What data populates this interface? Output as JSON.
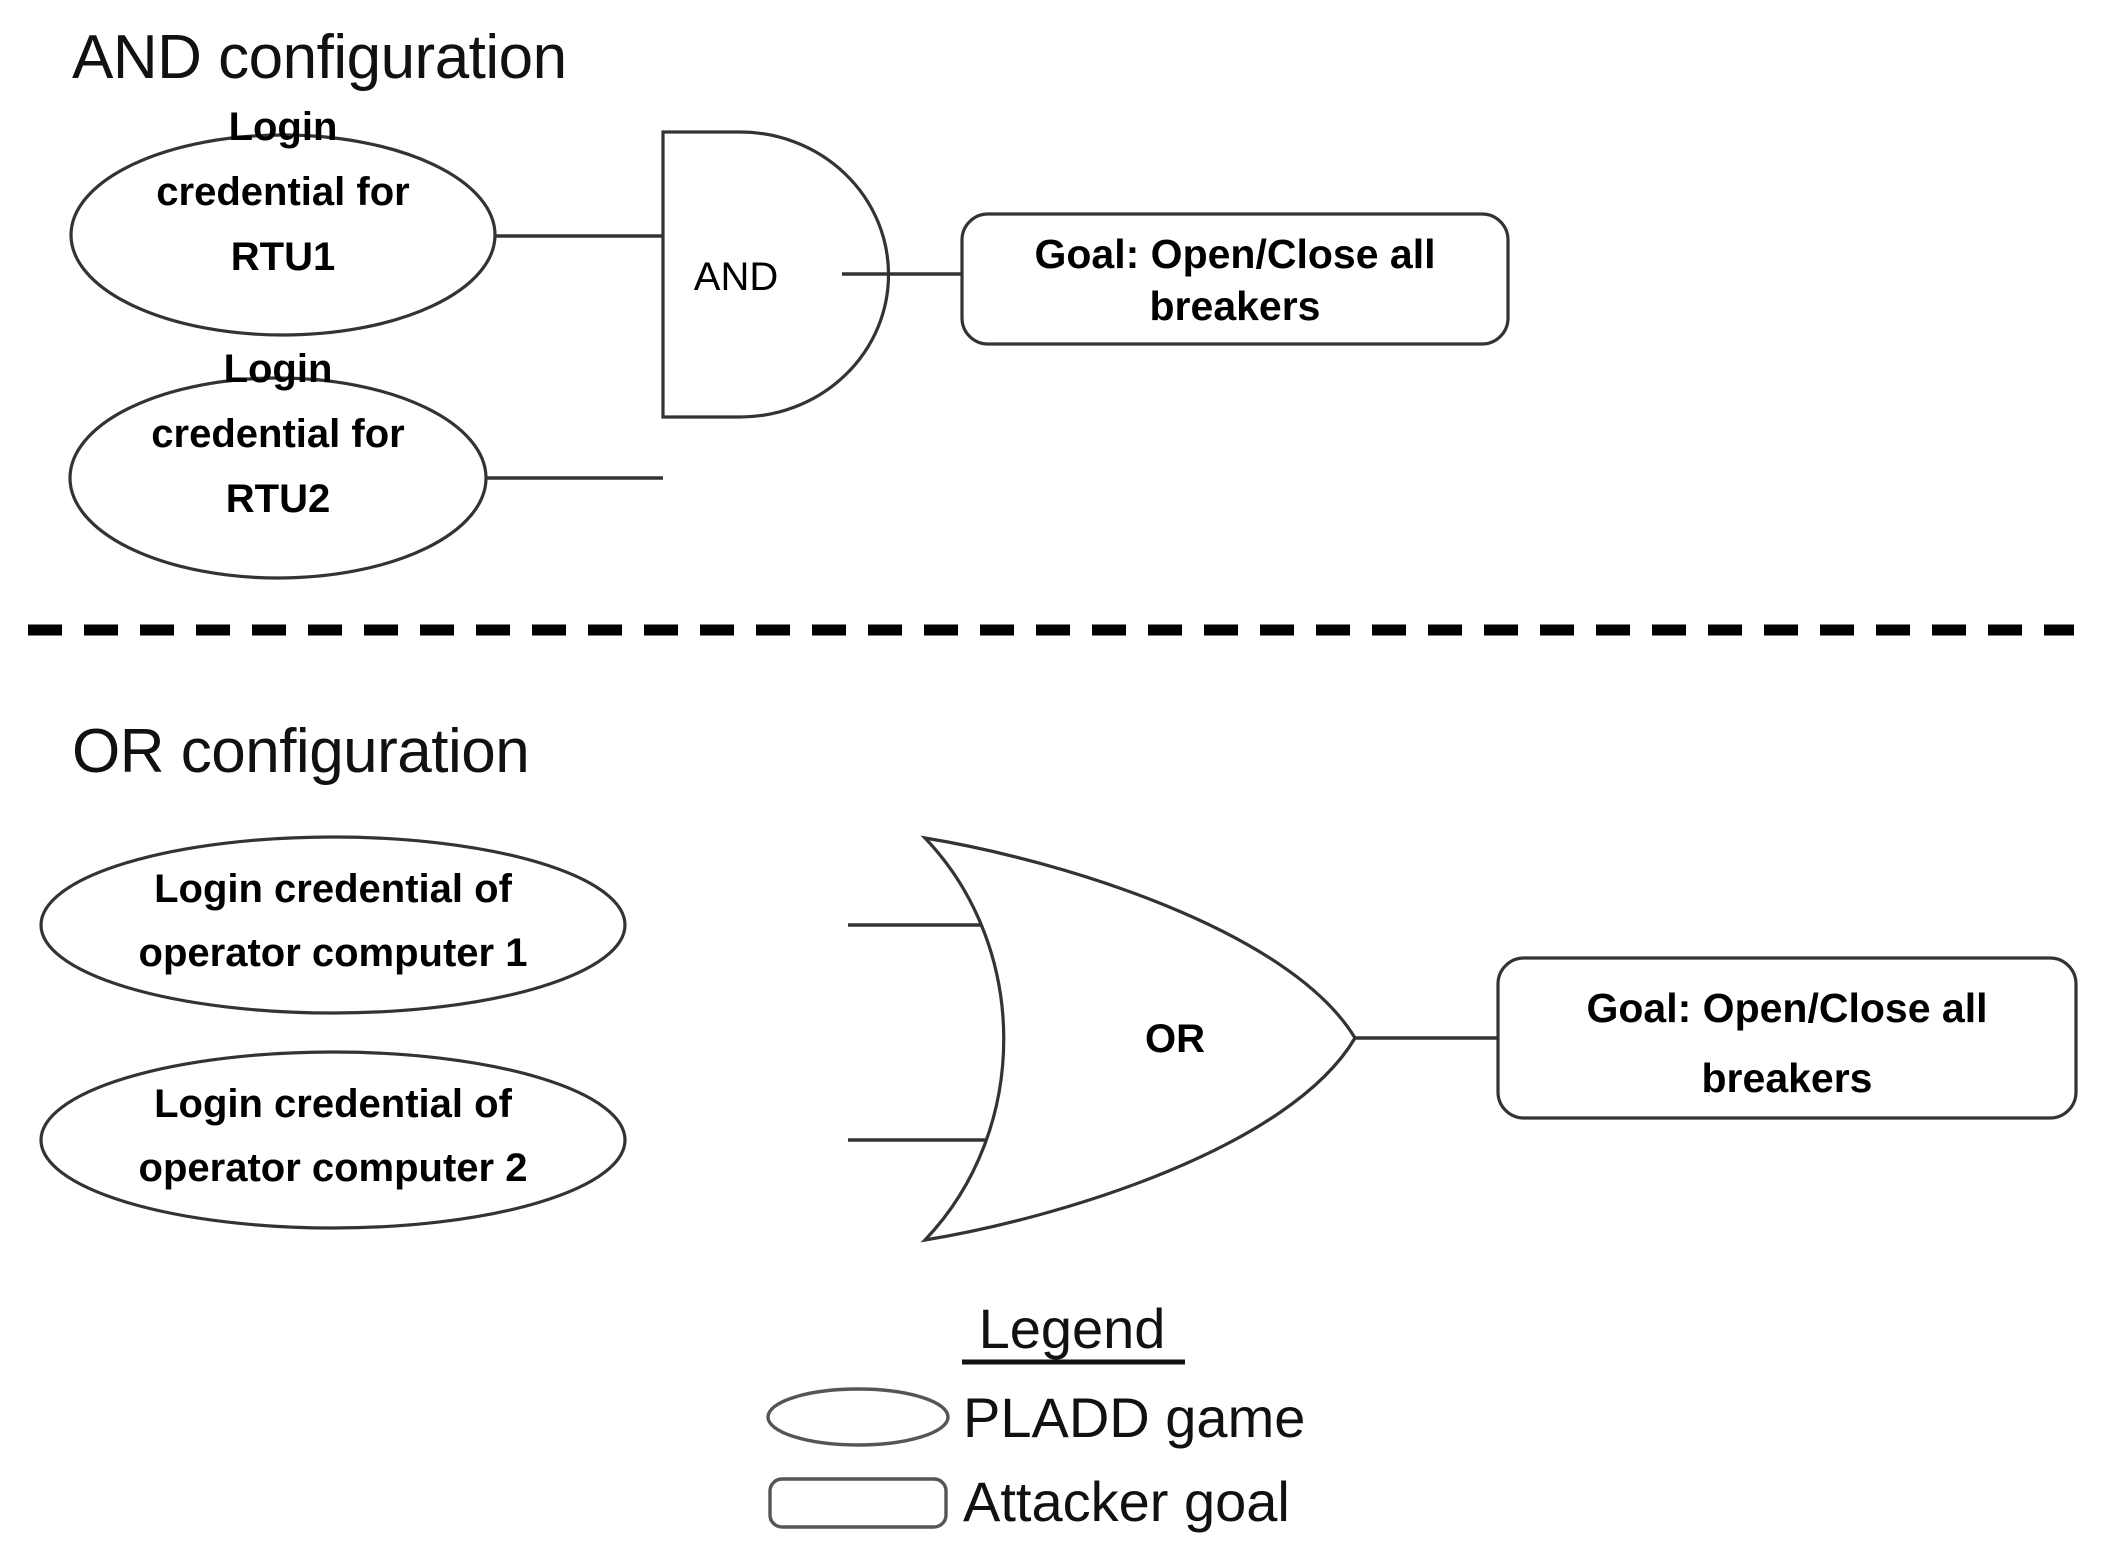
{
  "sections": {
    "and": {
      "title": "AND configuration",
      "gate_label": "AND",
      "nodes": [
        {
          "line1": "Login",
          "line2": "credential for",
          "line3": "RTU1"
        },
        {
          "line1": "Login",
          "line2": "credential for",
          "line3": "RTU2"
        }
      ],
      "goal": {
        "line1": "Goal: Open/Close all",
        "line2": "breakers"
      }
    },
    "or": {
      "title": "OR configuration",
      "gate_label": "OR",
      "nodes": [
        {
          "line1": "Login credential of",
          "line2": "operator computer 1"
        },
        {
          "line1": "Login credential of",
          "line2": "operator computer 2"
        }
      ],
      "goal": {
        "line1": "Goal: Open/Close all",
        "line2": "breakers"
      }
    }
  },
  "divider": {
    "style": "dashed"
  },
  "legend": {
    "title": "Legend",
    "items": [
      {
        "shape": "ellipse",
        "label": "PLADD game"
      },
      {
        "shape": "rounded-rect",
        "label": "Attacker goal"
      }
    ]
  },
  "colors": {
    "background": "#ffffff",
    "stroke": "#333333",
    "text": "#000000",
    "divider": "#000000"
  }
}
